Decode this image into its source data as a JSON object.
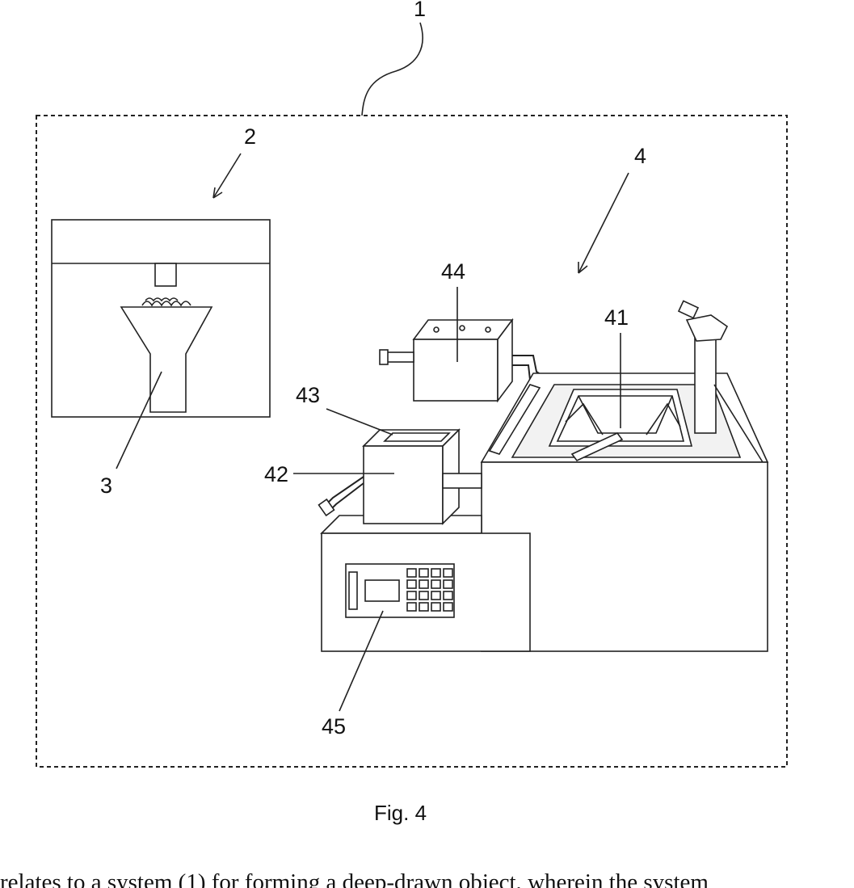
{
  "labels": {
    "system": "1",
    "forming_unit": "2",
    "object": "3",
    "device": "4",
    "mold": "41",
    "unit_42": "42",
    "unit_43": "43",
    "unit_44": "44",
    "controller": "45"
  },
  "caption": "Fig. 4",
  "body_text": "relates to a system (1) for forming a deep-drawn object, wherein the system"
}
